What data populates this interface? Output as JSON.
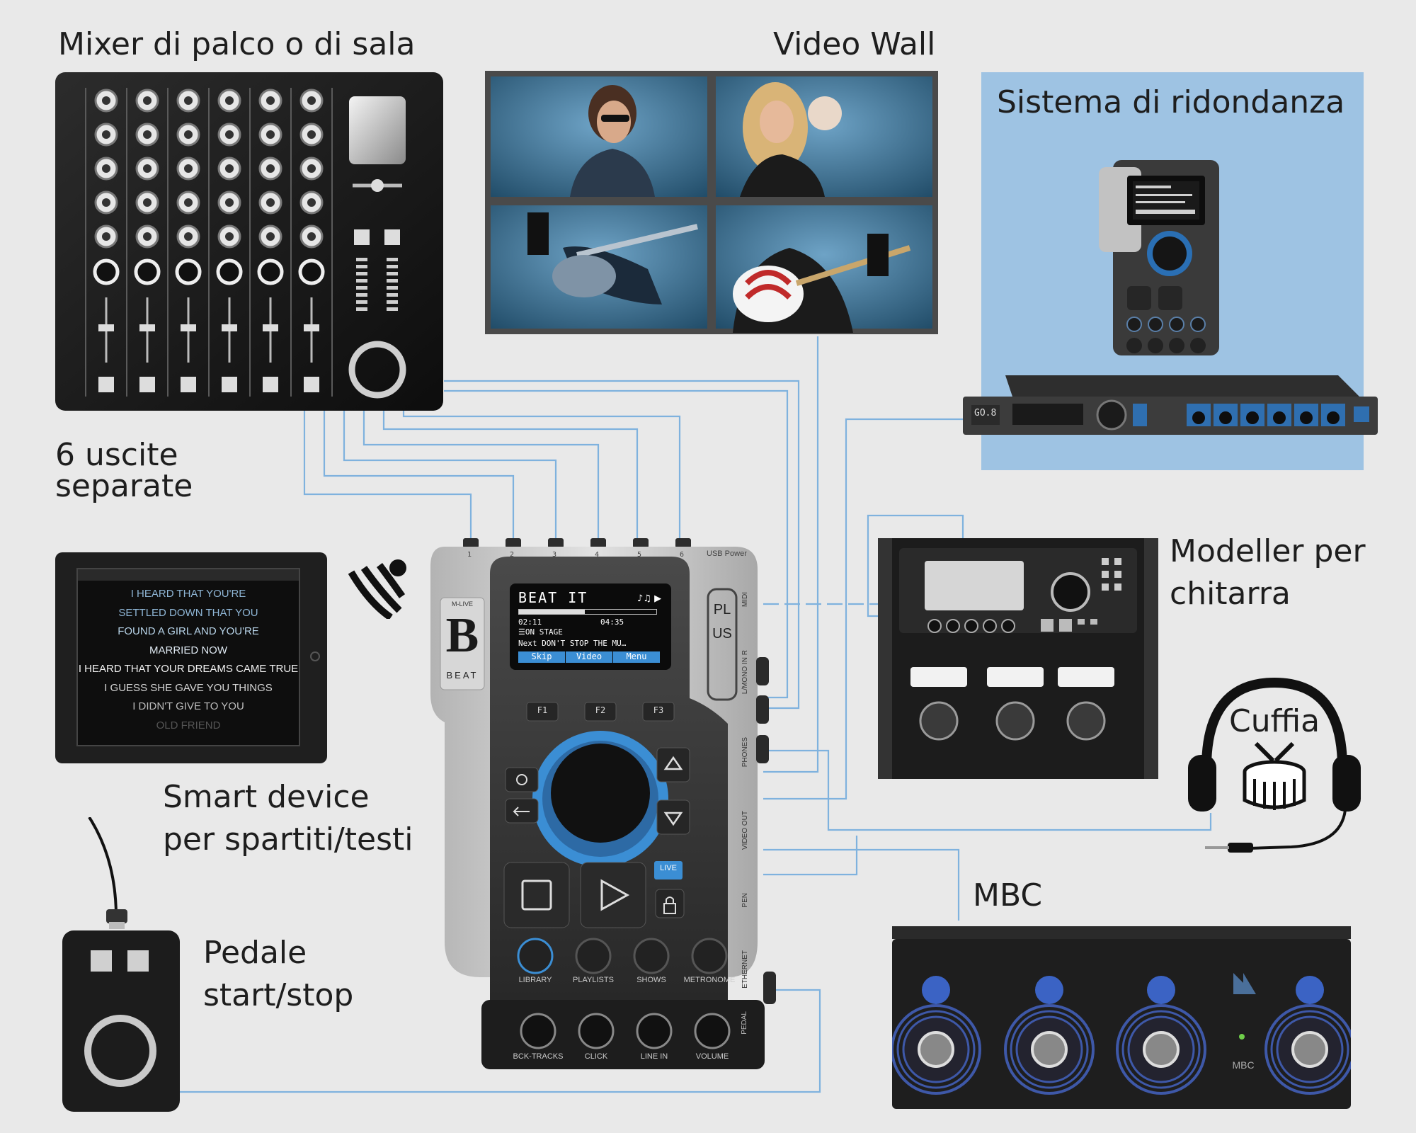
{
  "labels": {
    "mixer": "Mixer di palco o di sala",
    "video_wall": "Video Wall",
    "redundancy": "Sistema di ridondanza",
    "outputs_line1": "6 uscite",
    "outputs_line2": "separate",
    "smart_line1": "Smart device",
    "smart_line2": "per spartiti/testi",
    "pedal_line1": "Pedale",
    "pedal_line2": "start/stop",
    "modeller_line1": "Modeller per",
    "modeller_line2": "chitarra",
    "headphones": "Cuffia",
    "mbc": "MBC"
  },
  "tablet_lyrics": [
    "I HEARD THAT YOU'RE",
    "SETTLED DOWN THAT YOU",
    "FOUND A GIRL AND YOU'RE",
    "MARRIED NOW",
    "I HEARD THAT YOUR DREAMS CAME TRUE",
    "I GUESS SHE GAVE YOU THINGS",
    "I DIDN'T GIVE TO YOU",
    "OLD FRIEND"
  ],
  "device": {
    "lcd_title": "BEAT IT",
    "lcd_time_elapsed": "02:11",
    "lcd_time_remaining": "04:35",
    "lcd_status": "ON STAGE",
    "lcd_next": "Next DON'T STOP THE MU…",
    "softkeys": [
      "Skip",
      "Video",
      "Menu"
    ],
    "fkeys": [
      "F1",
      "F2",
      "F3"
    ],
    "live_badge": "LIVE",
    "bottom_buttons": [
      "LIBRARY",
      "PLAYLISTS",
      "SHOWS",
      "METRONOME"
    ],
    "knobs": [
      "BCK-TRACKS",
      "CLICK",
      "LINE IN",
      "VOLUME"
    ],
    "side_ports": [
      "MIDI",
      "L/MONO IN R",
      "PHONES",
      "VIDEO OUT",
      "PEN",
      "ETHERNET"
    ],
    "plus_label": "PLUS",
    "top_port_numbers": [
      "1",
      "2",
      "3",
      "4",
      "5",
      "6"
    ],
    "usb_label": "USB Power",
    "brand_small": "M-LIVE",
    "brand_letter": "B",
    "brand_word": "BEAT",
    "pedal_label": "PEDAL"
  },
  "rack": {
    "model": "GO.8"
  },
  "mbc_unit": {
    "label": "MBC"
  },
  "colors": {
    "background": "#e9e9e9",
    "cable": "#7fb2de",
    "redundancy_panel": "#9ec3e3",
    "accent_blue": "#3b8ed4",
    "device_body": "#3b3b3b"
  }
}
